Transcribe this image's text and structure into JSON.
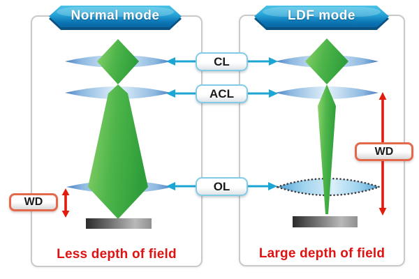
{
  "figure": {
    "left_panel": {
      "badge": "Normal mode",
      "caption": "Less depth of field",
      "wd_label": "WD"
    },
    "right_panel": {
      "badge": "LDF mode",
      "caption": "Large depth of field",
      "wd_label": "WD"
    },
    "lens_labels": [
      {
        "id": "cl",
        "label": "CL"
      },
      {
        "id": "acl",
        "label": "ACL"
      },
      {
        "id": "ol",
        "label": "OL"
      }
    ],
    "colors": {
      "badge_blue_top": "#4cc3e8",
      "badge_blue_bottom": "#0a67a4",
      "arrow_cyan": "#1ca6d4",
      "arrow_red": "#e11c0c",
      "wd_border": "#e4684a",
      "caption_red": "#e01212",
      "beam_green_light": "#90d46c",
      "beam_green_dark": "#2f9e3a",
      "lens_blue_edge": "#4a7ec2",
      "lens_blue_center": "#e3f1fa",
      "specimen_dark": "#2b2b2b",
      "specimen_light": "#b9b9b9",
      "panel_border": "#c9c9c9"
    }
  }
}
